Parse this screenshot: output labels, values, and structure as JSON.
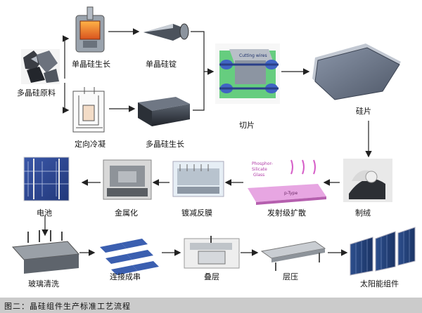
{
  "diagram": {
    "nodes": {
      "poly_raw": "多晶硅原料",
      "mono_growth": "单晶硅生长",
      "mono_ingot": "单晶硅锭",
      "directional": "定向冷凝",
      "poly_growth": "多晶硅生长",
      "cutting": "切片",
      "wafer": "硅片",
      "texturing": "制绒",
      "emitter_diffusion": "发射级扩散",
      "ar_coating": "镀减反膜",
      "metallization": "金属化",
      "cell": "电池",
      "glass_cleaning": "玻璃清洗",
      "stringing": "连接成串",
      "layup": "叠层",
      "lamination": "层压",
      "module": "太阳能组件"
    },
    "inset_text": {
      "diffusion_line1": "Phosphor-",
      "diffusion_line2": "Silicate",
      "diffusion_line3": "Glass",
      "diffusion_layer": "p-Type",
      "cutting_tag": "Cutting wires"
    },
    "caption": "图二：晶硅组件生产标准工艺流程"
  }
}
